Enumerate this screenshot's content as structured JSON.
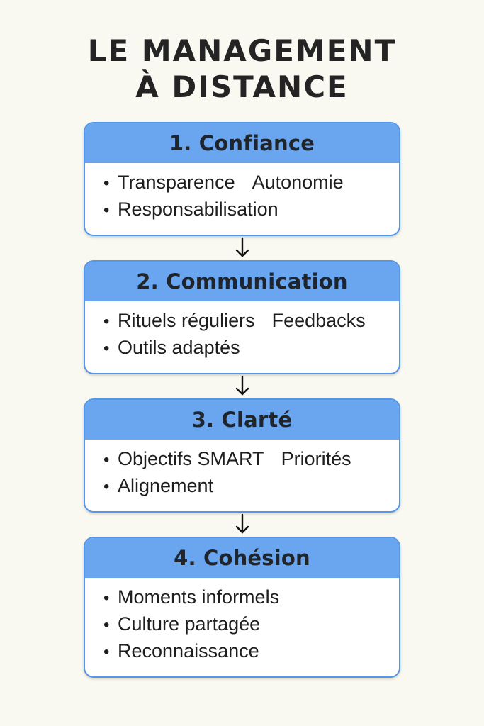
{
  "title": {
    "line1": "LE MANAGEMENT",
    "line2": "À DISTANCE"
  },
  "bullet_glyph": "•",
  "colors": {
    "background": "#F9F8F1",
    "card_header_blue": "#69A6EF",
    "card_border_blue": "#5397EA",
    "card_body": "#FFFFFF",
    "text": "#1E1E1E",
    "arrow": "#111111"
  },
  "steps": [
    {
      "title": "1. Confiance",
      "lines": [
        [
          "Transparence",
          "Autonomie"
        ],
        [
          "Responsabilisation"
        ]
      ]
    },
    {
      "title": "2. Communication",
      "lines": [
        [
          "Rituels réguliers",
          "Feedbacks"
        ],
        [
          "Outils adaptés"
        ]
      ]
    },
    {
      "title": "3. Clarté",
      "lines": [
        [
          "Objectifs SMART",
          "Priorités"
        ],
        [
          "Alignement"
        ]
      ]
    },
    {
      "title": "4. Cohésion",
      "lines": [
        [
          "Moments informels"
        ],
        [
          "Culture partagée"
        ],
        [
          "Reconnaissance"
        ]
      ]
    }
  ]
}
